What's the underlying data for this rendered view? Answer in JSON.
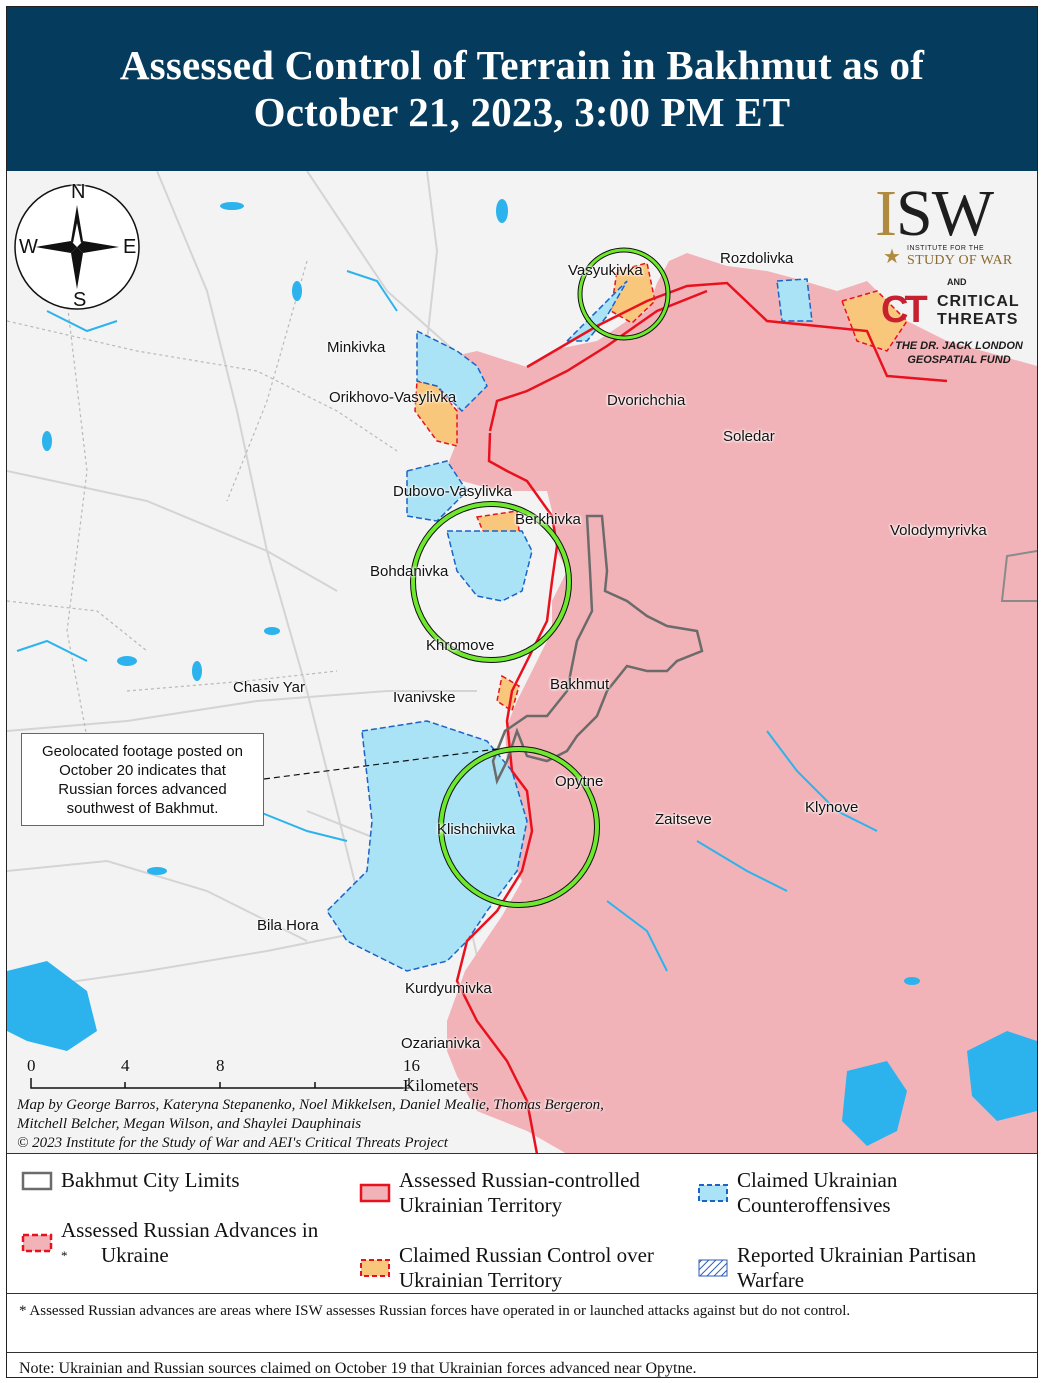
{
  "header": {
    "title_line1": "Assessed Control of Terrain in Bakhmut as of",
    "title_line2": "October 21, 2023, 3:00 PM ET"
  },
  "colors": {
    "header_bg": "#053b5c",
    "russian_control": "#f2b3b8",
    "russian_line": "#e8121e",
    "ukrainian_counteroffensive": "#a9e3f5",
    "ukrainian_dash": "#1c63c8",
    "claimed_russian": "#f9c77b",
    "water": "#2cb3ee",
    "highlight_circle": "#6ee82c"
  },
  "compass": {
    "n": "N",
    "s": "S",
    "e": "E",
    "w": "W"
  },
  "logos": {
    "isw_i": "I",
    "isw_sw": "SW",
    "isw_institute": "INSTITUTE FOR THE",
    "isw_study": "STUDY OF WAR",
    "and": "AND",
    "ct_mark": "CT",
    "ct_line1": "CRITICAL",
    "ct_line2": "THREATS",
    "fund_line1": "THE DR. JACK LONDON",
    "fund_line2": "GEOSPATIAL FUND"
  },
  "places": {
    "rozdolivka": "Rozdolivka",
    "vasyukivka": "Vasyukivka",
    "minkivka": "Minkivka",
    "orikhovo": "Orikhovo-Vasylivka",
    "dvorichchia": "Dvorichchia",
    "soledar": "Soledar",
    "dubovo": "Dubovo-Vasylivka",
    "berkhivka": "Berkhivka",
    "volodymyrivka": "Volodymyrivka",
    "bohdanivka": "Bohdanivka",
    "khromove": "Khromove",
    "chasiv_yar": "Chasiv Yar",
    "ivanivske": "Ivanivske",
    "bakhmut": "Bakhmut",
    "opytne": "Opytne",
    "zaitseve": "Zaitseve",
    "klynove": "Klynove",
    "klishchiivka": "Klishchiivka",
    "bila_hora": "Bila Hora",
    "kurdyumivka": "Kurdyumivka",
    "ozarianivka": "Ozarianivka"
  },
  "callout": {
    "line1": "Geolocated footage posted on",
    "line2": "October 20 indicates that",
    "line3": "Russian forces advanced",
    "line4": "southwest of Bakhmut."
  },
  "scale": {
    "t0": "0",
    "t4": "4",
    "t8": "8",
    "t16": "16 Kilometers"
  },
  "credits": {
    "line1": "Map by George Barros, Kateryna Stepanenko, Noel Mikkelsen, Daniel Mealie, Thomas Bergeron,",
    "line2": "Mitchell Belcher, Megan Wilson, and Shaylei Dauphinais",
    "line3": "© 2023 Institute for the Study of War and AEI's Critical Threats Project"
  },
  "legend": {
    "city_limits": "Bakhmut City Limits",
    "russian_controlled_1": "Assessed Russian-controlled",
    "russian_controlled_2": "Ukrainian Territory",
    "counteroffensives_1": "Claimed Ukrainian",
    "counteroffensives_2": "Counteroffensives",
    "russian_advances_1": "Assessed Russian Advances in",
    "russian_advances_2": "Ukraine",
    "russian_advances_sup": "*",
    "claimed_russian_1": "Claimed Russian Control over",
    "claimed_russian_2": "Ukrainian Territory",
    "partisan_1": "Reported Ukrainian Partisan",
    "partisan_2": "Warfare"
  },
  "footnotes": {
    "advances_note": "* Assessed Russian advances are areas where ISW assesses Russian forces have operated in or launched attacks against but do not control.",
    "note": "Note: Ukrainian and Russian sources claimed on October 19 that Ukrainian forces advanced near Opytne."
  }
}
